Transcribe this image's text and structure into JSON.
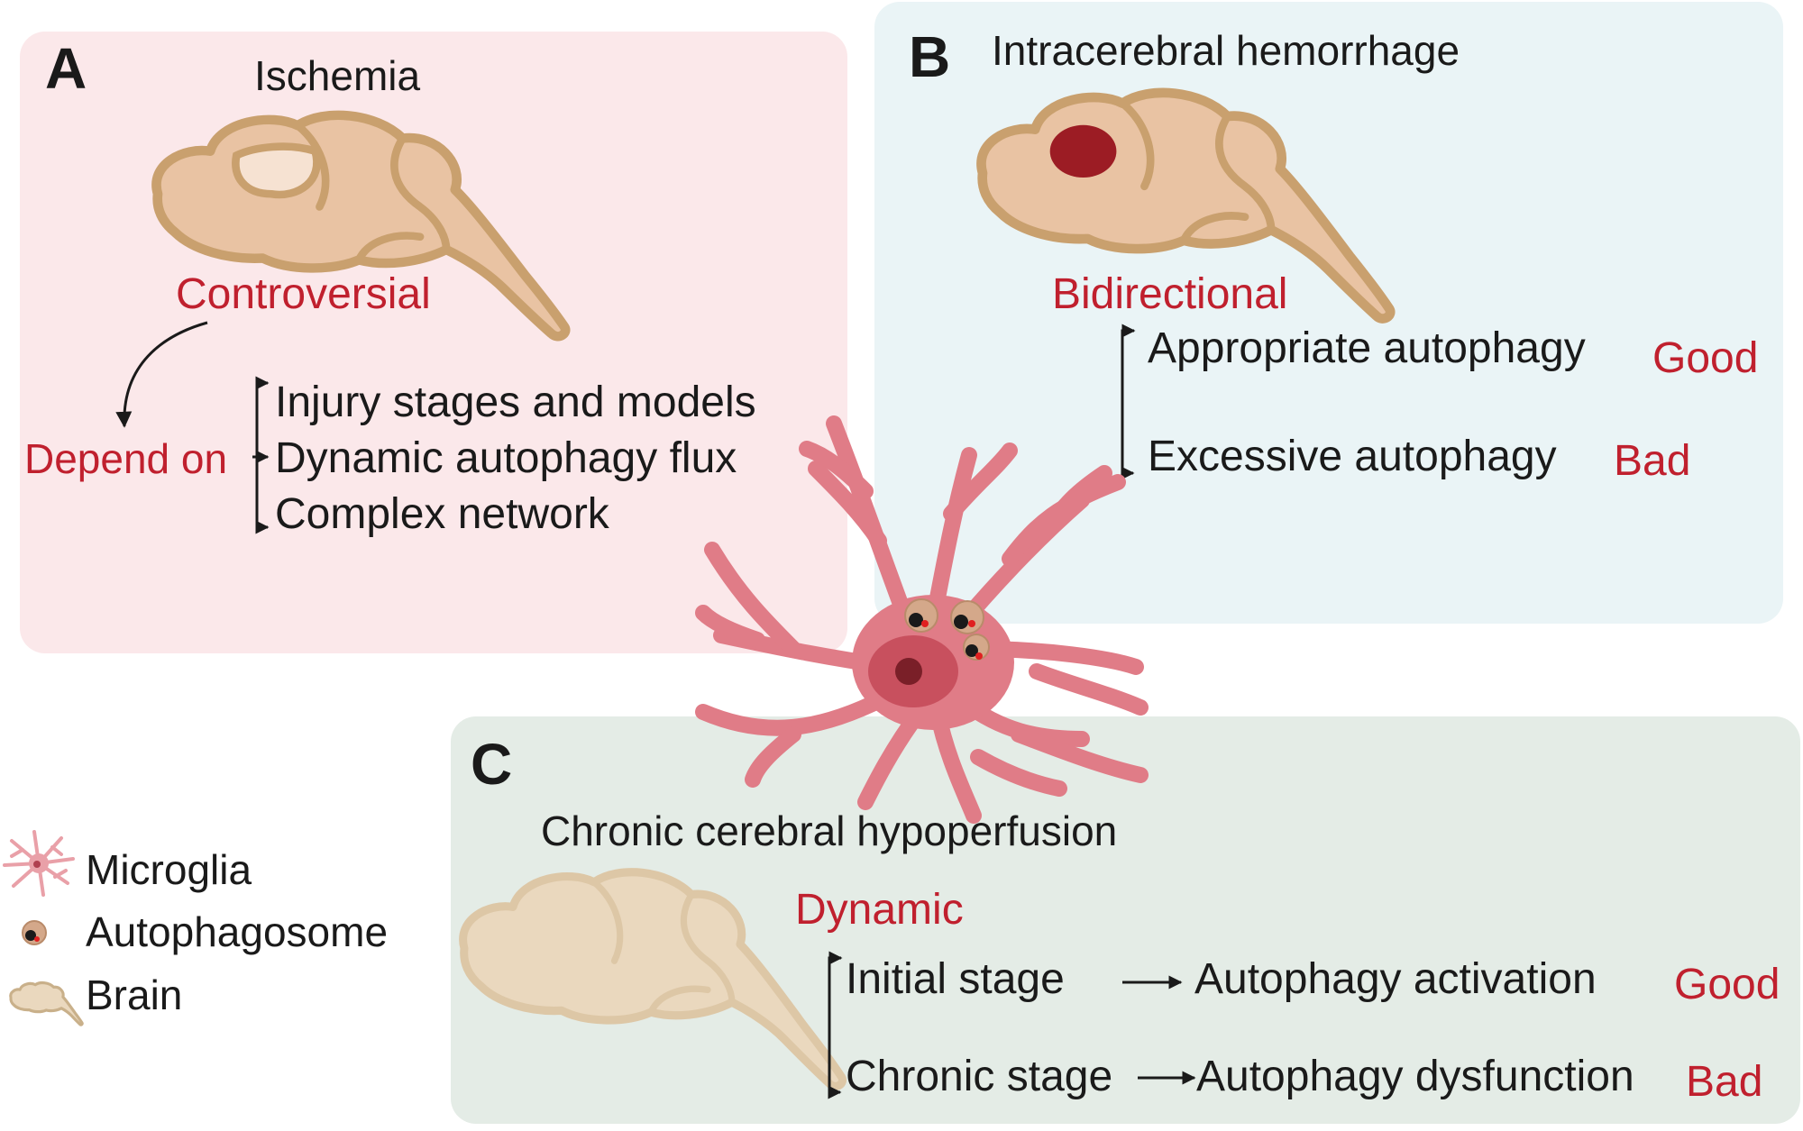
{
  "colors": {
    "panel_a_bg": "#fbe8ea",
    "panel_b_bg": "#eaf4f6",
    "panel_c_bg": "#e4ece6",
    "brain_fill": "#e9c3a3",
    "brain_stroke": "#c9a06e",
    "brain_c_fill": "#ead8be",
    "microglia": "#e07c87",
    "hemorrhage": "#9c1c24",
    "accent_red": "#c0202e",
    "text": "#1a1a1a"
  },
  "panel_a": {
    "letter": "A",
    "title": "Ischemia",
    "verdict": "Controversial",
    "depend_label": "Depend on",
    "items": [
      "Injury stages and models",
      "Dynamic autophagy flux",
      "Complex network"
    ]
  },
  "panel_b": {
    "letter": "B",
    "title": "Intracerebral hemorrhage",
    "verdict": "Bidirectional",
    "items": [
      {
        "text": "Appropriate autophagy",
        "outcome": "Good"
      },
      {
        "text": "Excessive autophagy",
        "outcome": "Bad"
      }
    ]
  },
  "panel_c": {
    "letter": "C",
    "title": "Chronic cerebral hypoperfusion",
    "verdict": "Dynamic",
    "items": [
      {
        "stage": "Initial stage",
        "result": "Autophagy activation",
        "outcome": "Good"
      },
      {
        "stage": "Chronic stage",
        "result": "Autophagy dysfunction",
        "outcome": "Bad"
      }
    ]
  },
  "legend": {
    "items": [
      {
        "icon": "microglia-icon",
        "label": "Microglia"
      },
      {
        "icon": "autophagosome-icon",
        "label": "Autophagosome"
      },
      {
        "icon": "brain-icon",
        "label": "Brain"
      }
    ]
  }
}
